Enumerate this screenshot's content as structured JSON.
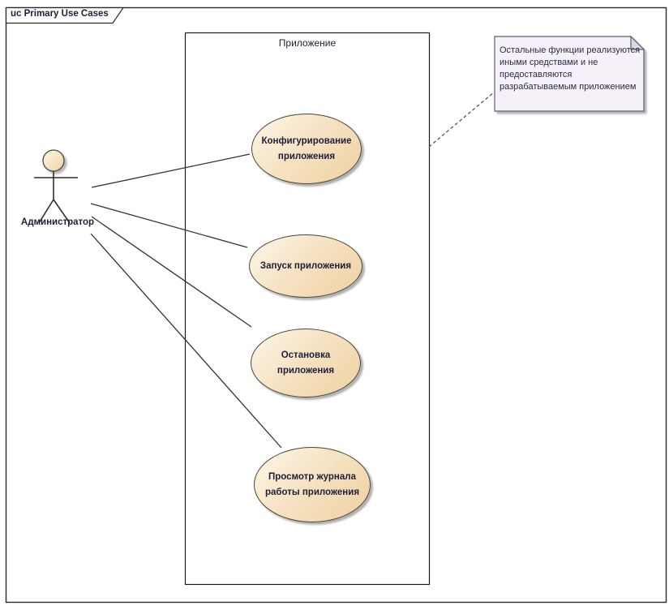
{
  "frame": {
    "label": "uc Primary Use Cases"
  },
  "boundary": {
    "label": "Приложение"
  },
  "actor": {
    "label": "Администратор"
  },
  "use_cases": [
    {
      "label": "Конфигурирование приложения"
    },
    {
      "label": "Запуск приложения"
    },
    {
      "label": "Остановка приложения"
    },
    {
      "label": "Просмотр журнала работы приложения"
    }
  ],
  "note": {
    "text": "Остальные функции реализуются иными средствами и не предоставляются разрабатываемым приложением"
  },
  "colors": {
    "element_fill_light": "#fdf8ea",
    "element_fill_dark": "#efd1a1",
    "element_border": "#4a4738",
    "note_fill": "#f6f1f9",
    "note_border": "#5f5f6e",
    "connector": "#333333",
    "text": "#1e1e38"
  }
}
